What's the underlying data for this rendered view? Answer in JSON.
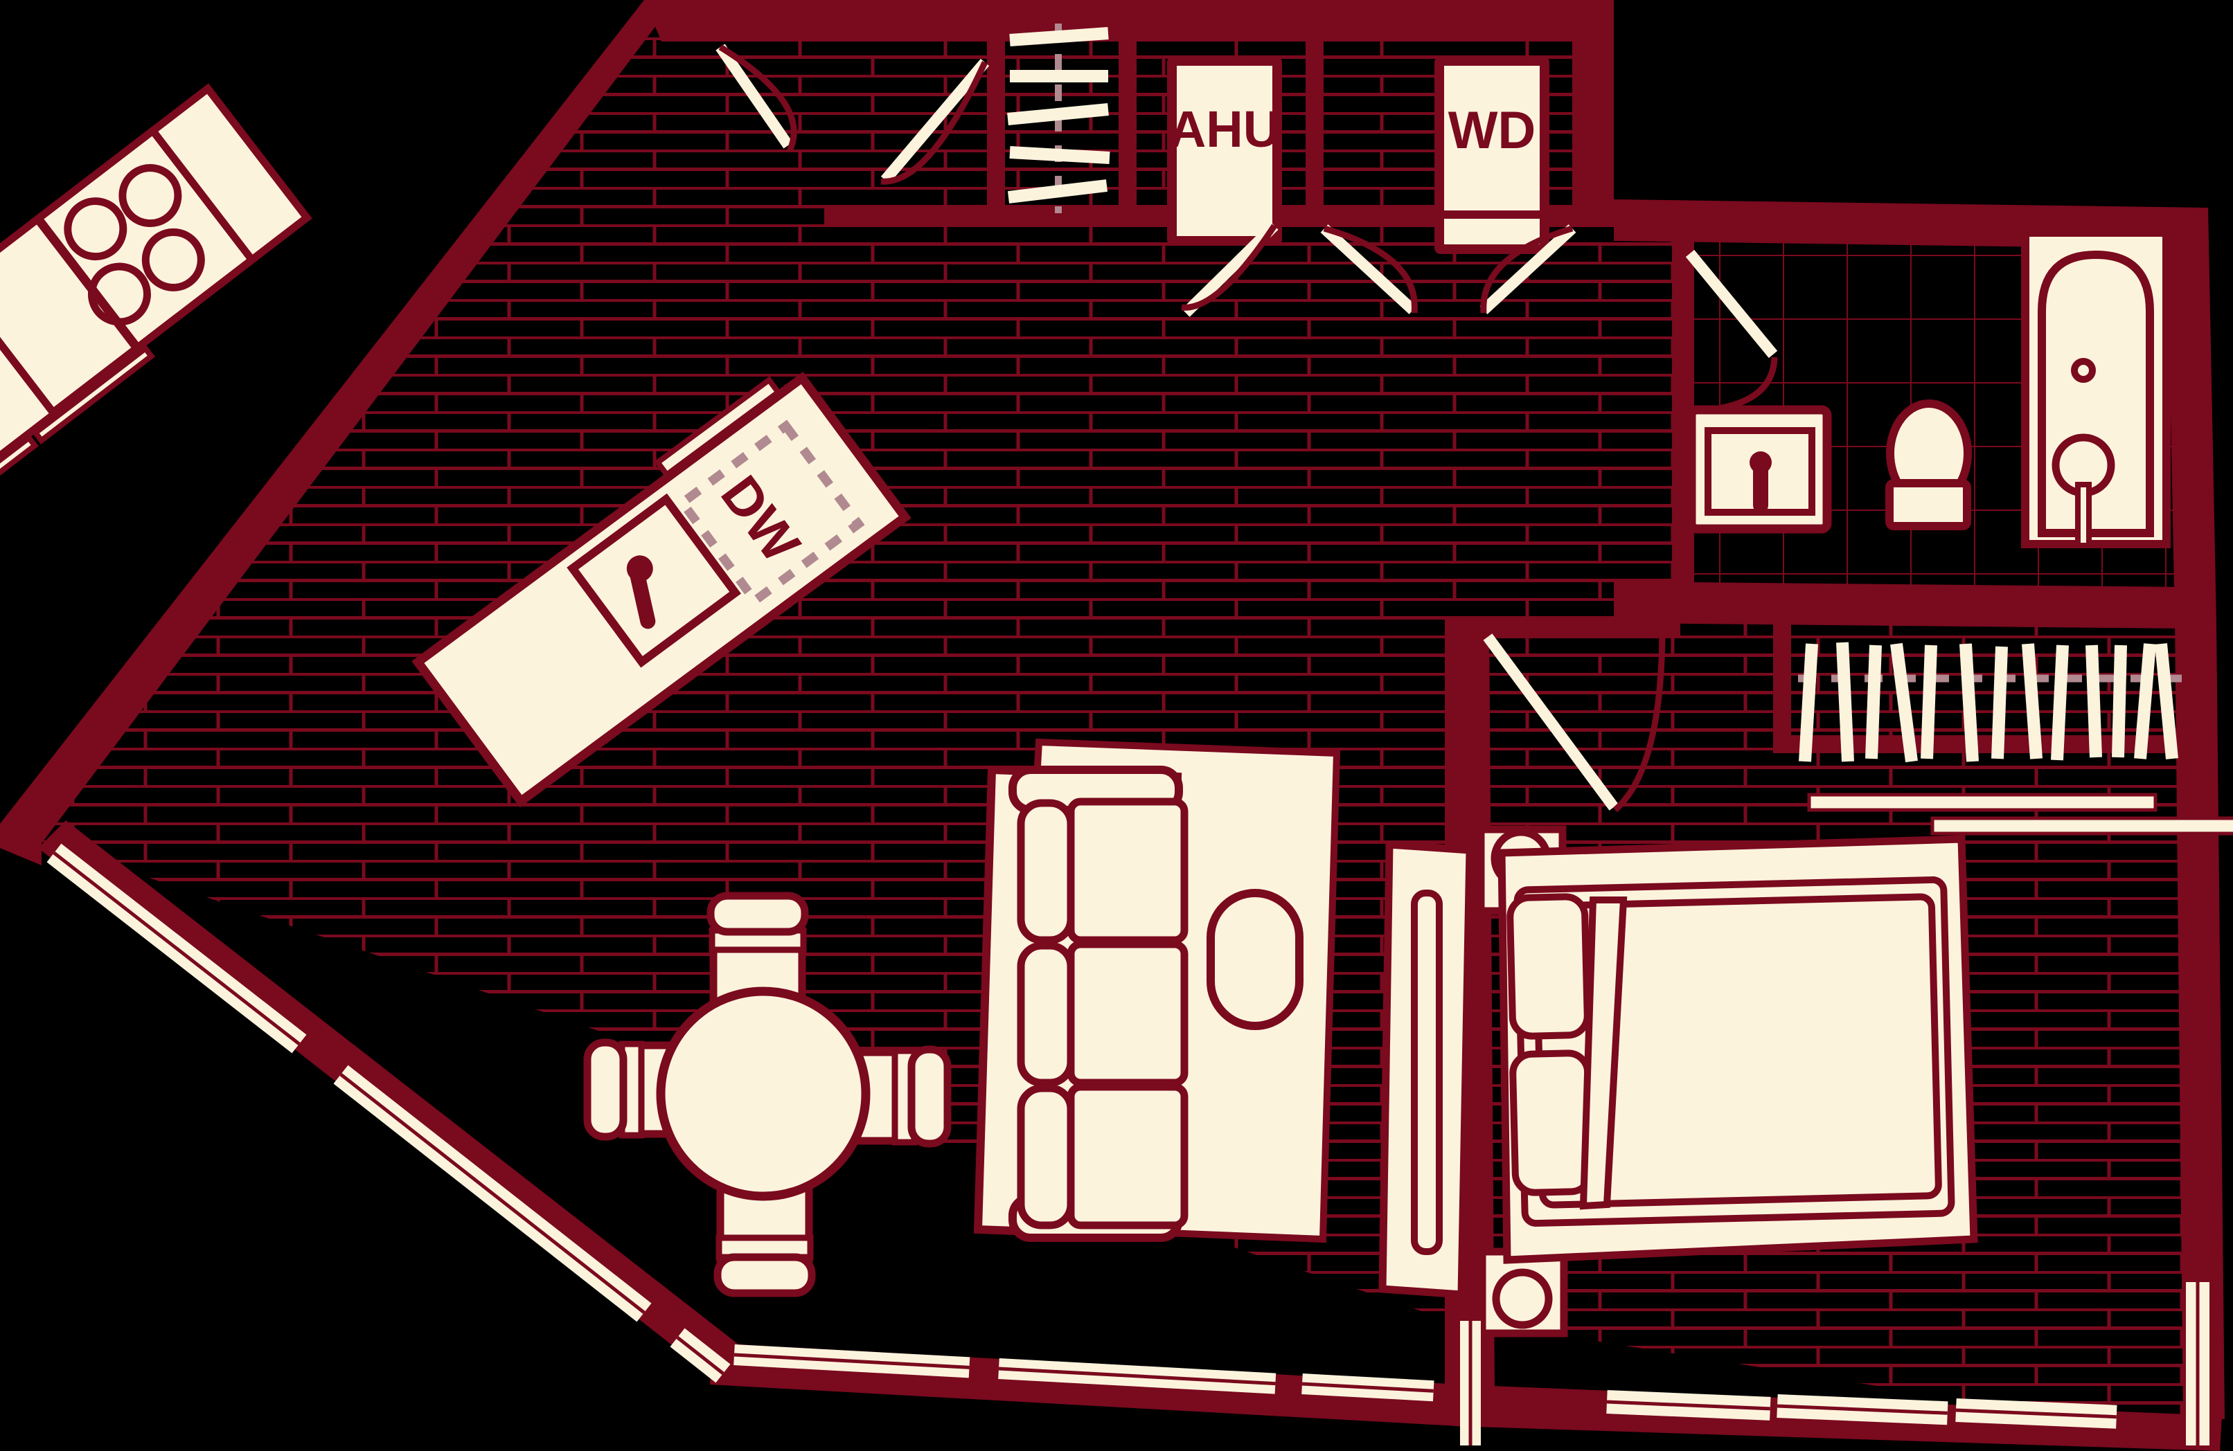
{
  "plan": {
    "title": "Studio Apartment Floor Plan",
    "type": "residential-floor-plan",
    "colors": {
      "background": "#000000",
      "wall": "#7A0A1E",
      "fixture_fill": "#FCF3DD",
      "fixture_stroke": "#7A0A1E",
      "brick_line": "#7A0A1E",
      "window_glass": "#FCF3DD",
      "door_leaf": "#FCF3DD",
      "dashed_guide": "#B08A90",
      "label": "#7A0A1E"
    },
    "labels": {
      "ahu": "AHU",
      "wd": "WD",
      "dw": "DW"
    },
    "rooms": [
      {
        "name": "entry-foyer"
      },
      {
        "name": "kitchen"
      },
      {
        "name": "living-dining"
      },
      {
        "name": "bathroom"
      },
      {
        "name": "bedroom"
      },
      {
        "name": "bedroom-closet"
      },
      {
        "name": "entry-closet"
      },
      {
        "name": "ahu-closet"
      },
      {
        "name": "wd-closet"
      }
    ],
    "fixtures": [
      {
        "name": "range-cooktop",
        "room": "kitchen",
        "burners": 4
      },
      {
        "name": "base-cabinet-run",
        "room": "kitchen"
      },
      {
        "name": "kitchen-island",
        "room": "kitchen"
      },
      {
        "name": "dishwasher",
        "room": "kitchen",
        "label": "DW"
      },
      {
        "name": "kitchen-sink",
        "room": "kitchen"
      },
      {
        "name": "dining-table-round",
        "room": "living-dining",
        "chairs": 4
      },
      {
        "name": "sofa-three-seat",
        "room": "living-dining"
      },
      {
        "name": "area-rug",
        "room": "living-dining"
      },
      {
        "name": "coffee-table-oval",
        "room": "living-dining"
      },
      {
        "name": "air-handling-unit",
        "room": "ahu-closet",
        "label": "AHU"
      },
      {
        "name": "washer-dryer-stack",
        "room": "wd-closet",
        "label": "WD"
      },
      {
        "name": "bathtub",
        "room": "bathroom"
      },
      {
        "name": "toilet",
        "room": "bathroom"
      },
      {
        "name": "vanity-sink",
        "room": "bathroom"
      },
      {
        "name": "tile-floor-grid",
        "room": "bathroom"
      },
      {
        "name": "queen-bed",
        "room": "bedroom"
      },
      {
        "name": "nightstand-upper",
        "room": "bedroom"
      },
      {
        "name": "nightstand-lower",
        "room": "bedroom"
      },
      {
        "name": "dresser",
        "room": "bedroom"
      },
      {
        "name": "closet-rod-with-hangers",
        "room": "bedroom-closet",
        "hanger_count": 13
      },
      {
        "name": "closet-rod-with-hangers",
        "room": "entry-closet",
        "hanger_count": 5
      },
      {
        "name": "closet-shelf",
        "room": "bedroom-closet"
      }
    ],
    "openings": [
      {
        "name": "entry-door",
        "type": "double-swing-door"
      },
      {
        "name": "ahu-closet-door",
        "type": "swing-door"
      },
      {
        "name": "wd-closet-door-left",
        "type": "swing-door"
      },
      {
        "name": "wd-closet-door-right",
        "type": "swing-door"
      },
      {
        "name": "bathroom-door",
        "type": "swing-door"
      },
      {
        "name": "bedroom-door",
        "type": "swing-door"
      },
      {
        "name": "window-nw-upper",
        "type": "window"
      },
      {
        "name": "window-nw-lower",
        "type": "window"
      },
      {
        "name": "window-sw-1",
        "type": "window"
      },
      {
        "name": "window-sw-2",
        "type": "window"
      },
      {
        "name": "window-sw-3",
        "type": "window"
      },
      {
        "name": "window-south-1",
        "type": "window"
      },
      {
        "name": "window-south-2",
        "type": "window"
      },
      {
        "name": "window-bedroom-south-1",
        "type": "window"
      },
      {
        "name": "window-bedroom-south-2",
        "type": "window"
      },
      {
        "name": "window-bedroom-south-3",
        "type": "window"
      },
      {
        "name": "window-bedroom-east",
        "type": "window"
      }
    ]
  }
}
